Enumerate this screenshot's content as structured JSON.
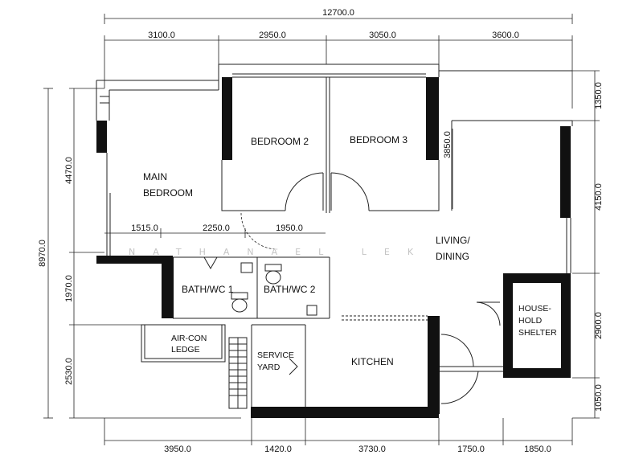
{
  "dimensions": {
    "top_total": "12700.0",
    "top": [
      "3100.0",
      "2950.0",
      "3050.0",
      "3600.0"
    ],
    "bottom": [
      "3950.0",
      "1420.0",
      "3730.0",
      "1750.0",
      "1850.0"
    ],
    "left_total": "8970.0",
    "left": [
      "4470.0",
      "1970.0",
      "2530.0"
    ],
    "right": [
      "1350.0",
      "4150.0",
      "2900.0",
      "1050.0"
    ],
    "inner": [
      "1515.0",
      "2250.0",
      "1950.0",
      "3850.0"
    ]
  },
  "rooms": {
    "main_bedroom": [
      "MAIN",
      "BEDROOM"
    ],
    "bedroom_2": "BEDROOM 2",
    "bedroom_3": "BEDROOM 3",
    "living_dining": [
      "LIVING/",
      "DINING"
    ],
    "bath_wc_1": "BATH/WC 1",
    "bath_wc_2": "BATH/WC 2",
    "aircon_ledge": [
      "AIR-CON",
      "LEDGE"
    ],
    "service_yard": [
      "SERVICE",
      "YARD"
    ],
    "kitchen": "KITCHEN",
    "household_shelter": [
      "HOUSE-",
      "HOLD",
      "SHELTER"
    ]
  },
  "watermark": "NATHANAEL LEK"
}
